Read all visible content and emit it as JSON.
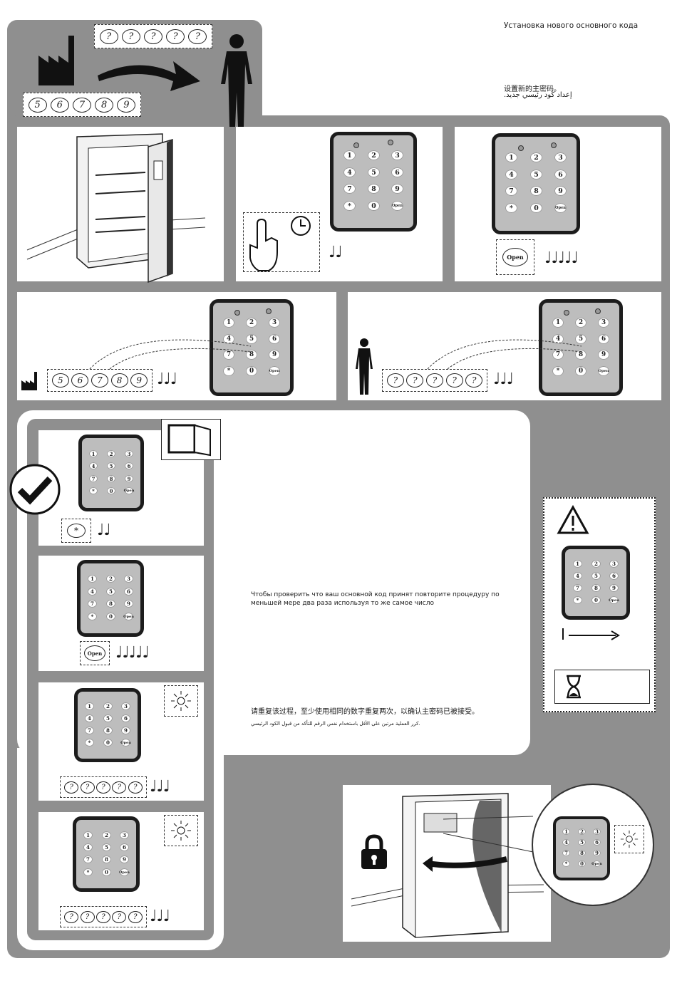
{
  "header": {
    "title_ru": "Установка нового основного кода",
    "title_zh": "设置新的主密码。",
    "title_ar": "إعداد كود رئيسي جديد."
  },
  "codes": {
    "factory": [
      "5",
      "6",
      "7",
      "8",
      "9"
    ],
    "new": [
      "?",
      "?",
      "?",
      "?",
      "?"
    ]
  },
  "keypad": {
    "keys": [
      "1",
      "2",
      "3",
      "4",
      "5",
      "6",
      "7",
      "8",
      "9",
      "*",
      "0",
      "Open"
    ]
  },
  "steps": {
    "step2_notes": "♩♩",
    "step3_button": "Open",
    "step3_notes": "♩♩♩♩♩",
    "step4_notes": "♩♩♩",
    "step5_notes": "♩♩♩",
    "verify_star": "*",
    "verify_open": "Open"
  },
  "verify": {
    "text_ru": "Чтобы проверить  что ваш основной код принят  повторите процедуру по меньшей мере два раза  используя то же самое число",
    "text_zh": "请重复该过程，至少使用相同的数字重复两次，以确认主密码已被接受。",
    "text_ar": "كرر العملية مرتين على الأقل باستخدام نفس الرقم للتأكد من قبول الكود الرئيسي."
  },
  "colors": {
    "background_grey": "#8f8f8f",
    "keypad_grey": "#bdbdbd",
    "ink": "#1a1a1a"
  },
  "icons": [
    "factory-icon",
    "person-icon",
    "arrow-icon",
    "clock-icon",
    "hand-icon",
    "check-icon",
    "warning-icon",
    "hourglass-icon",
    "padlock-icon",
    "safe-icon",
    "light-flash-icon"
  ]
}
